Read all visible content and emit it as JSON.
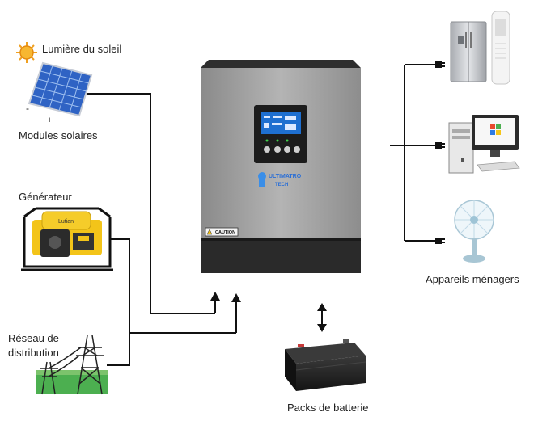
{
  "labels": {
    "sunlight": "Lumière du soleil",
    "solar_modules": "Modules solaires",
    "generator": "Générateur",
    "grid_line1": "Réseau de",
    "grid_line2": "distribution",
    "appliances": "Appareils ménagers",
    "battery": "Packs de batterie",
    "panel_minus": "-",
    "panel_plus": "+"
  },
  "inverter": {
    "brand_line1": "ULTIMATRO",
    "brand_line2": "TECH",
    "caution": "CAUTION"
  },
  "generator": {
    "brand": "Lutian"
  },
  "colors": {
    "wire": "#111111",
    "inverter_body": "#9a9a9a",
    "inverter_base": "#2a2a2a",
    "lcd": "#1e6fd0",
    "sun": "#f0a020",
    "panel": "#2f63c4",
    "generator_frame": "#f3c419",
    "battery": "#222222",
    "tower_grass": "#4caf50"
  }
}
